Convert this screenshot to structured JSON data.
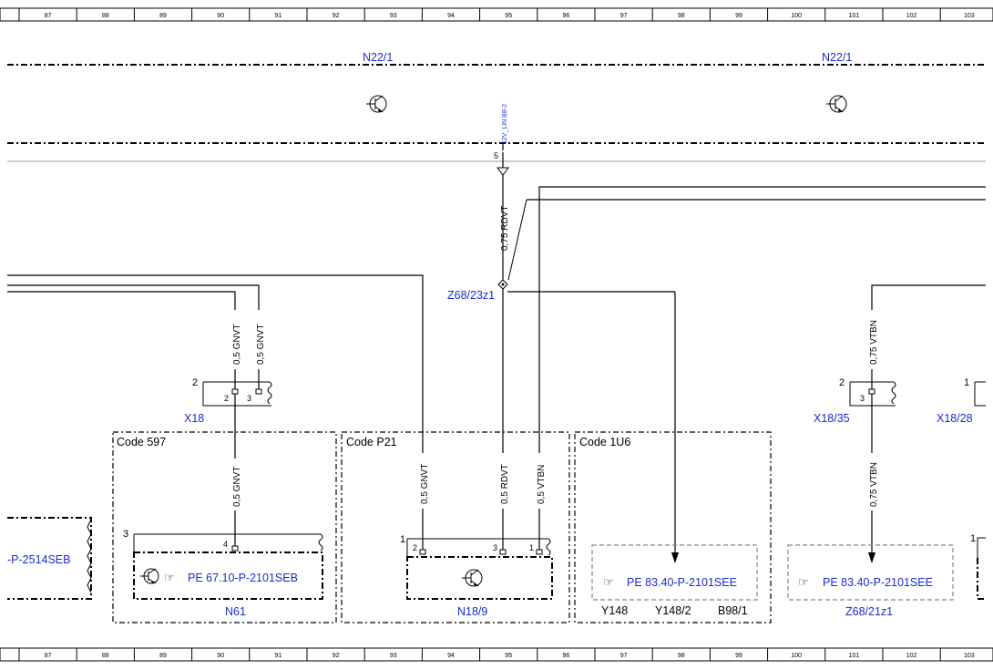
{
  "ruler": {
    "columns": [
      "87",
      "88",
      "89",
      "90",
      "91",
      "92",
      "93",
      "94",
      "95",
      "96",
      "97",
      "98",
      "99",
      "100",
      "101",
      "102",
      "103"
    ]
  },
  "top_labels": {
    "n22_1_left": "N22/1",
    "n22_1_right": "N22/1",
    "vertical_ref": "12V_LIN B8-2",
    "pin_5": "5"
  },
  "wires": {
    "w_075_rdvt": "0,75 RDVT",
    "w_05_gnvt_a": "0,5 GNVT",
    "w_05_gnvt_b": "0,5 GNVT",
    "w_05_gnvt_c": "0,5 GNVT",
    "w_05_gnvt_d": "0,5 GNVT",
    "w_05_rdvt": "0,5 RDVT",
    "w_05_vtbn": "0,5 VTBN",
    "w_075_vtbn_top": "0,75 VTBN",
    "w_075_vtbn_bot": "0,75 VTBN"
  },
  "connectors": {
    "z68_23z1": "Z68/23z1",
    "x18": "X18",
    "x18_35": "X18/35",
    "x18_28": "X18/28",
    "x18_pin2": "2",
    "x18_inner2": "2",
    "x18_inner3": "3",
    "x18_35_pin2": "2",
    "x18_35_inner3": "3",
    "x18_28_pin1": "1"
  },
  "blocks": {
    "code_597": "Code 597",
    "code_p21": "Code P21",
    "code_1u6": "Code 1U6",
    "n61_pin3": "3",
    "n61_pin4": "4",
    "n61_ref": "PE 67.10-P-2101SEB",
    "n61_label": "N61",
    "n18_pin1_outer": "1",
    "n18_pin2": "2",
    "n18_pin3": "3",
    "n18_pin1": "1",
    "n18_label": "N18/9",
    "pe_8340_a": "PE 83.40-P-2101SEE",
    "y148": "Y148",
    "y148_2": "Y148/2",
    "b98_1": "B98/1",
    "pe_8340_b": "PE 83.40-P-2101SEE",
    "z68_21z1": "Z68/21z1",
    "left_ref": "-P-2514SEB",
    "right_pin1": "1"
  },
  "colors": {
    "reference_blue": "#1a2dcc",
    "line_black": "#000000",
    "dash_gray": "#888888"
  }
}
